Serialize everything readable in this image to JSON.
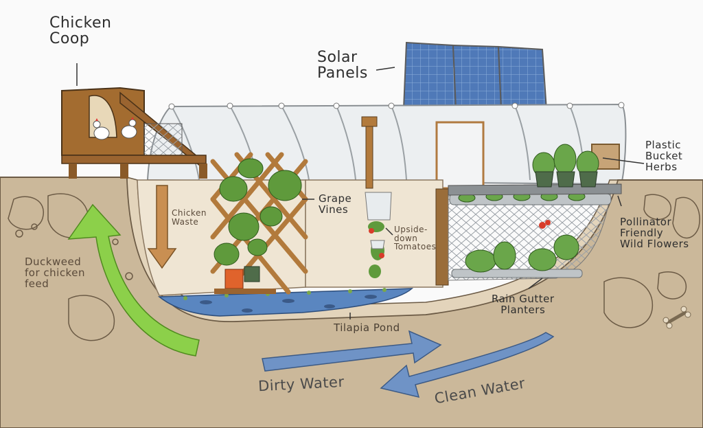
{
  "labels": {
    "chicken_coop": "Chicken\nCoop",
    "solar_panels": "Solar\nPanels",
    "plastic_bucket_herbs": "Plastic\nBucket\nHerbs",
    "chicken_waste": "Chicken\nWaste",
    "grape_vines": "Grape\nVines",
    "upside_down_tomatoes": "Upside-\ndown\nTomatoes",
    "pollinator_flowers": "Pollinator\nFriendly\nWild Flowers",
    "duckweed": "Duckweed\nfor chicken\nfeed",
    "rain_gutter_planters": "Rain Gutter\nPlanters",
    "tilapia_pond": "Tilapia Pond",
    "dirty_water": "Dirty Water",
    "clean_water": "Clean Water"
  },
  "colors": {
    "soil": "#cbb89a",
    "greenhouse": "#eceff1",
    "pond": "#5a86c0",
    "coop_wood": "#b27a3c",
    "green_arrow": "#8cd04a",
    "blue_arrow": "#6f93c6",
    "solar": "#4f79b8"
  }
}
